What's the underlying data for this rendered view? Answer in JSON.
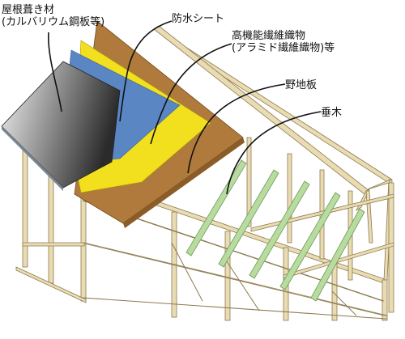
{
  "labels": {
    "roofing_line1": "屋根葺き材",
    "roofing_line2": "(カルバリウム鋼板等)",
    "waterproof_sheet": "防水シート",
    "fabric_line1": "高機能繊維織物",
    "fabric_line2": "(アラミド繊維織物)等",
    "sheathing_board": "野地板",
    "rafter": "垂木"
  },
  "colors": {
    "roofing_light": "#f4f4f4",
    "roofing_dark": "#2b2b2b",
    "waterproof_sheet": "#5b86c4",
    "fabric": "#f2e01e",
    "sheathing_board": "#b07a3c",
    "frame": "#e9dcb3",
    "rafter": "#b8dca0"
  }
}
